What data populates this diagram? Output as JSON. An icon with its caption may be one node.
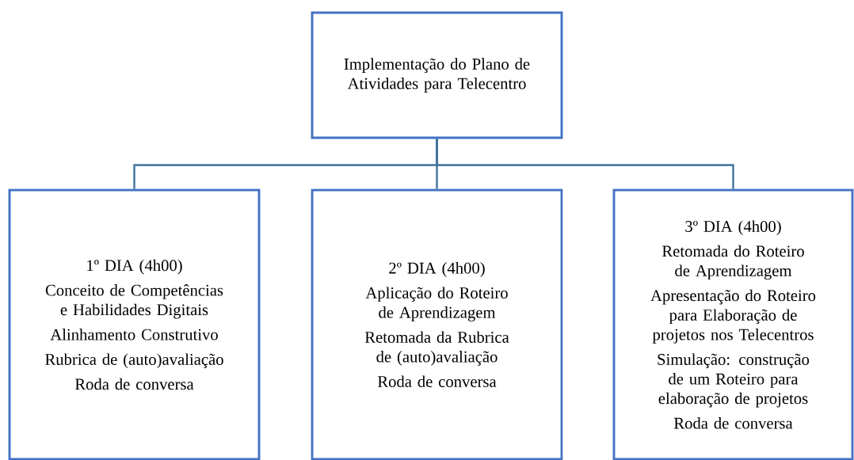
{
  "diagram": {
    "nodes": [
      {
        "text": [
          "Implementação do Plano de Atividades para Telecentro"
        ]
      },
      {
        "text": [
          "1º DIA (4h00)",
          "Conceito de Competências e Habilidades Digitais",
          "Alinhamento Construtivo",
          "Rubrica de (auto)avaliação",
          "Roda de conversa"
        ]
      },
      {
        "text": [
          "2º DIA (4h00)",
          "Aplicação do Roteiro de Aprendizagem",
          "Retomada da Rubrica de (auto)avaliação",
          "Roda de conversa"
        ]
      },
      {
        "text": [
          "3º DIA (4h00)",
          "Retomada do Roteiro de Aprendizagem",
          "Apresentação do Roteiro para Elaboração de projetos nos Telecentros",
          "Simulação: construção de um Roteiro para elaboração de projetos",
          "Roda de conversa"
        ]
      }
    ],
    "edges": [
      {
        "from": 0,
        "to": 1,
        "arrow": "none"
      },
      {
        "from": 0,
        "to": 2,
        "arrow": "none"
      },
      {
        "from": 0,
        "to": 3,
        "arrow": "none"
      }
    ]
  }
}
